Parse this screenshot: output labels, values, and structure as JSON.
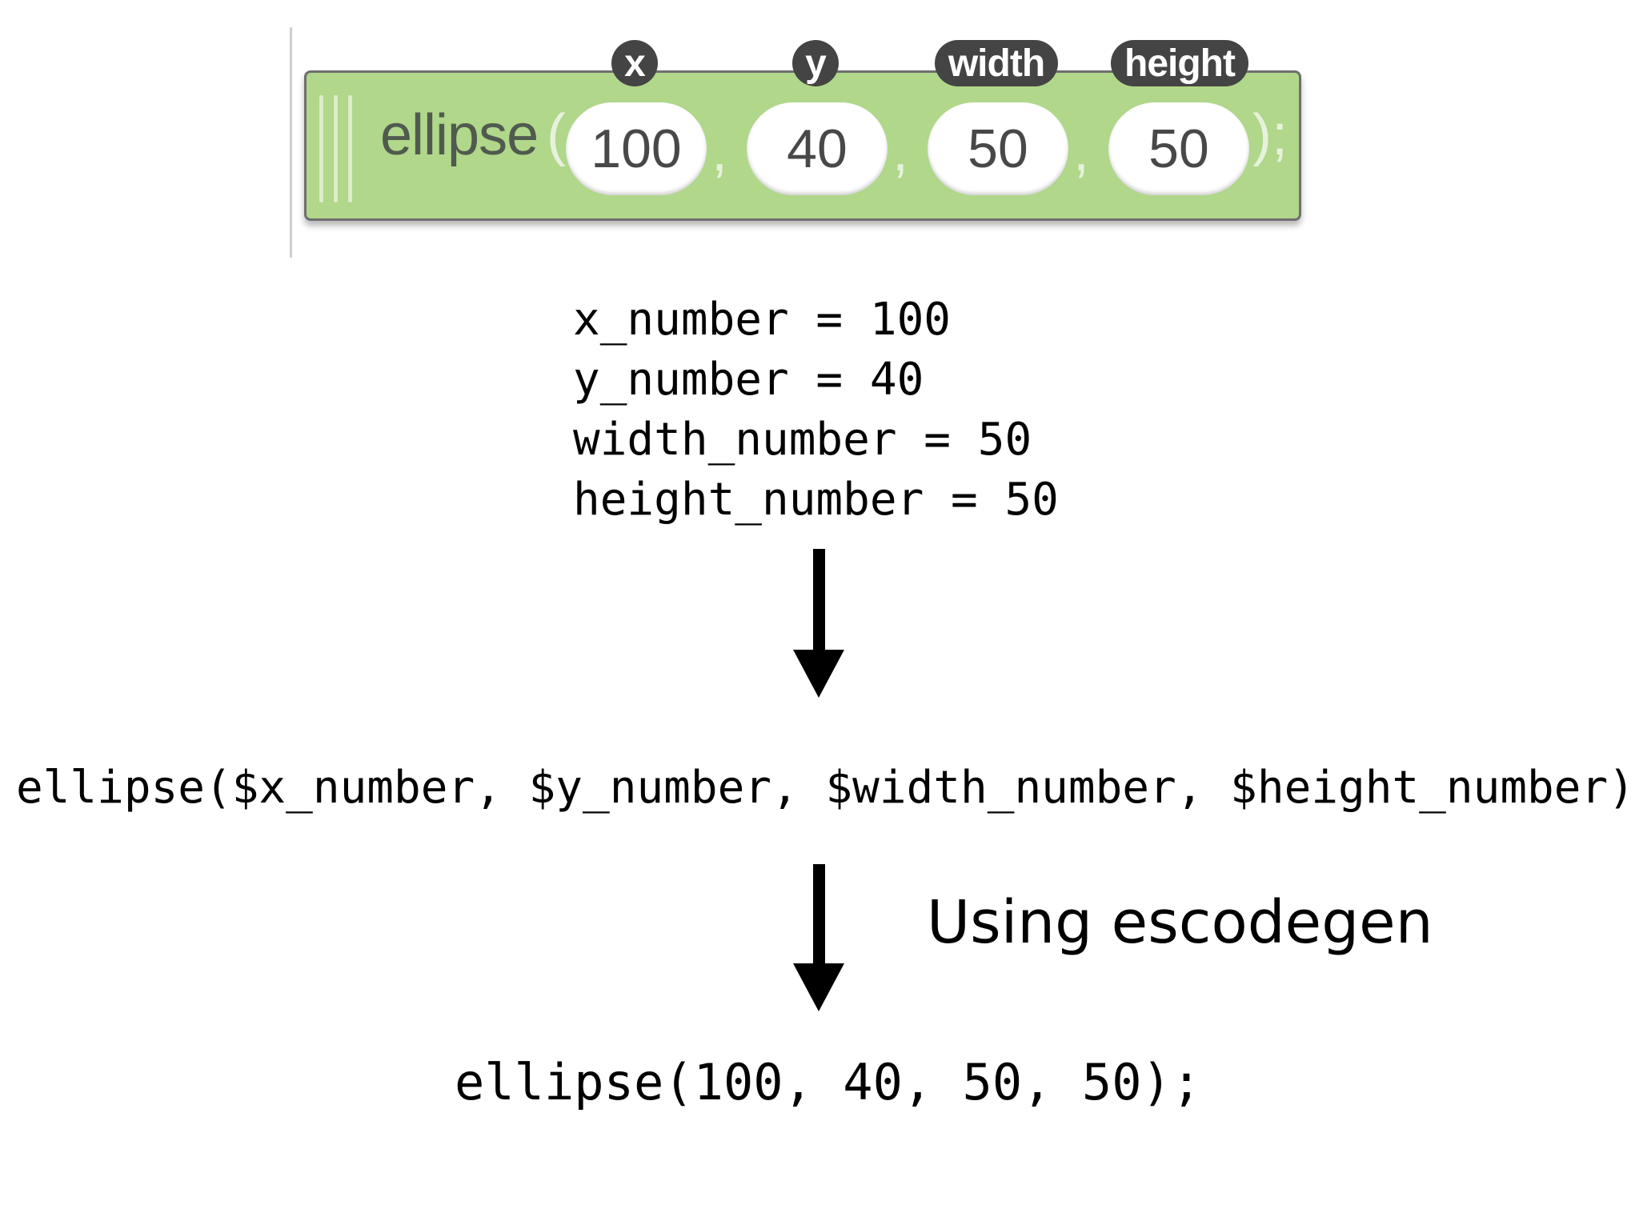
{
  "block": {
    "function_name": "ellipse",
    "open_paren": "(",
    "separator": ",",
    "close": ");",
    "params": [
      {
        "label": "x",
        "value": "100"
      },
      {
        "label": "y",
        "value": "40"
      },
      {
        "label": "width",
        "value": "50"
      },
      {
        "label": "height",
        "value": "50"
      }
    ],
    "color": "#b0d78a"
  },
  "assignments": [
    "x_number = 100",
    "y_number = 40",
    "width_number = 50",
    "height_number = 50"
  ],
  "template_code": "ellipse($x_number, $y_number, $width_number, $height_number);",
  "step_label": "Using escodegen",
  "output_code": "ellipse(100, 40, 50, 50);"
}
